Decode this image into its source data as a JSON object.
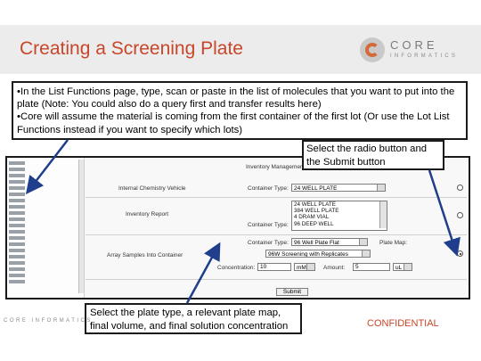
{
  "slide": {
    "title": "Creating a Screening Plate",
    "confidential": "CONFIDENTIAL",
    "accent_color": "#c8462a"
  },
  "logo": {
    "brand": "CORE",
    "sub": "INFORMATICS",
    "footer": "CORE INFORMATICS",
    "icon": "core-logo-icon"
  },
  "note": {
    "line1": "•In the List Functions page, type, scan or paste in the list of molecules that you want to put into the plate (Note: You could also do a query first and transfer results here)",
    "line2": "•Core will assume the material is coming from the first container of the first lot (Or use the Lot List Functions instead if you want to specify which lots)"
  },
  "callouts": {
    "radio": "Select the radio button and the Submit button",
    "plate": "Select the plate type, a relevant plate map, final volume, and final solution concentration"
  },
  "screenshot": {
    "header": "Inventory Management",
    "rows": [
      {
        "label": "Internal Chemistry Vehicle",
        "field_label": "Container Type:",
        "value": "24 WELL PLATE"
      },
      {
        "label": "Inventory Report",
        "field_label": "Container Type:"
      },
      {
        "label": "Array Samples Into Container",
        "field_label": "Container Type:",
        "value": "96 Well Plate Flat",
        "extra_label": "Plate Map:"
      }
    ],
    "container_options": [
      "24 WELL PLATE",
      "384 WELL PLATE",
      "4 DRAM VIAL",
      "96 DEEP WELL"
    ],
    "plate_map": "96W Screening with Replicates",
    "concentration_label": "Concentration:",
    "concentration": "10",
    "concentration_unit": "mM",
    "amount_label": "Amount:",
    "amount": "5",
    "amount_unit": "uL",
    "submit": "Submit"
  }
}
